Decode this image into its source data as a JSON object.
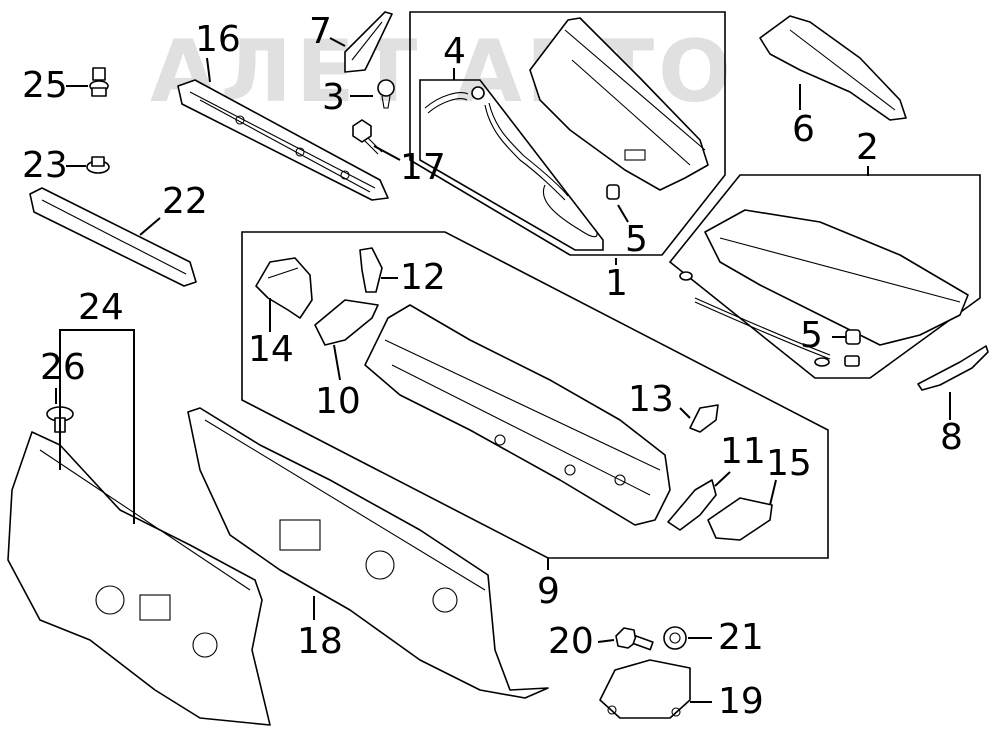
{
  "diagram": {
    "watermark": "АЛЕТ АВТО",
    "callouts": [
      {
        "key": "p1",
        "text": "1"
      },
      {
        "key": "p2",
        "text": "2"
      },
      {
        "key": "p3",
        "text": "3"
      },
      {
        "key": "p4",
        "text": "4"
      },
      {
        "key": "p5a",
        "text": "5"
      },
      {
        "key": "p5b",
        "text": "5"
      },
      {
        "key": "p6",
        "text": "6"
      },
      {
        "key": "p7",
        "text": "7"
      },
      {
        "key": "p8",
        "text": "8"
      },
      {
        "key": "p9",
        "text": "9"
      },
      {
        "key": "p10",
        "text": "10"
      },
      {
        "key": "p11",
        "text": "11"
      },
      {
        "key": "p12",
        "text": "12"
      },
      {
        "key": "p13",
        "text": "13"
      },
      {
        "key": "p14",
        "text": "14"
      },
      {
        "key": "p15",
        "text": "15"
      },
      {
        "key": "p16",
        "text": "16"
      },
      {
        "key": "p17",
        "text": "17"
      },
      {
        "key": "p18",
        "text": "18"
      },
      {
        "key": "p19",
        "text": "19"
      },
      {
        "key": "p20",
        "text": "20"
      },
      {
        "key": "p21",
        "text": "21"
      },
      {
        "key": "p22",
        "text": "22"
      },
      {
        "key": "p23",
        "text": "23"
      },
      {
        "key": "p24",
        "text": "24"
      },
      {
        "key": "p25",
        "text": "25"
      },
      {
        "key": "p26",
        "text": "26"
      }
    ]
  }
}
